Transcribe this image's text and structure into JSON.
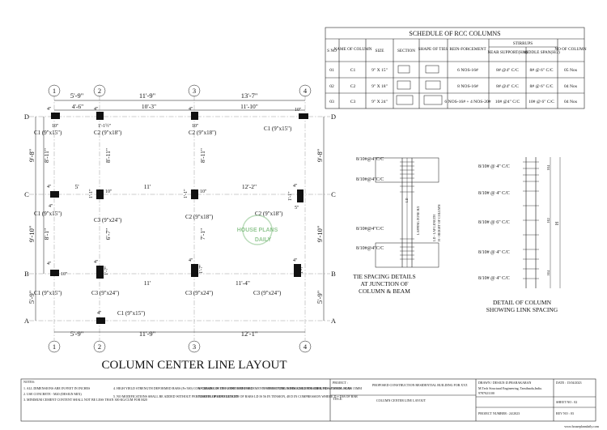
{
  "drawing": {
    "title": "COLUMN CENTER LINE LAYOUT",
    "watermark_line1": "HOUSE PLANS",
    "watermark_line2": "DAILY",
    "footer_url": "www.houseplansdaily.com"
  },
  "grid": {
    "x_labels": [
      "1",
      "2",
      "3",
      "4"
    ],
    "y_labels": [
      "D",
      "C",
      "B",
      "A"
    ]
  },
  "dims": {
    "top_row1": [
      "5'-9\"",
      "11'-9\"",
      "13'-7\""
    ],
    "top_row2": [
      "4'-6\"",
      "10'-3\"",
      "11'-10\""
    ],
    "left_outer": [
      "9'-8\"",
      "9'-10\"",
      "5'-9\""
    ],
    "left_inner": [
      "8'-11\"",
      "8'-1\""
    ],
    "right_outer": [
      "9'-8\"",
      "9'-10\"",
      "5'-9\""
    ],
    "bottom": [
      "5'-9\"",
      "11'-9\"",
      "12'-1\""
    ],
    "mid_d": [
      "8'-11\""
    ],
    "mid_c": [
      "6'-7\"",
      "7'-1\""
    ],
    "span_c_row": [
      "5'",
      "11'",
      "12'-2\""
    ],
    "span_b_row": [
      "11'",
      "11'-4\""
    ],
    "small": {
      "half_a": "4\"",
      "half_b": "5\"",
      "ten": "10\"",
      "one_one": "1'-1\"",
      "one_seven": "1'-7\"",
      "one_one_half": "1'-1½\""
    }
  },
  "labels": {
    "c1": "C1 (9\"x15\")",
    "c2": "C2 (9\"x18\")",
    "c3": "C3 (9\"x24\")"
  },
  "schedule": {
    "title": "SCHEDULE OF RCC COLUMNS",
    "headers": [
      "S NO",
      "NAME OF COLUMN",
      "SIZE",
      "SECTION",
      "SHAPE OF TIES",
      "REIN-FORCEMENT",
      "STIRRUPS",
      "NO OF COLUMN"
    ],
    "stirrup_sub": [
      "NEAR SUPPORT(H/4)",
      "MIDDLE SPAN(H/2)"
    ],
    "rows": [
      {
        "sno": "01",
        "name": "C1",
        "size": "9\" X 15\"",
        "rein": "6 NOS-16#",
        "near": "8# @4\" C/C",
        "mid": "8# @ 6\" C/C",
        "count": "05 Nos"
      },
      {
        "sno": "02",
        "name": "C2",
        "size": "9\" X 18\"",
        "rein": "8 NOS-16#",
        "near": "8# @4\" C/C",
        "mid": "8# @ 6\" C/C",
        "count": "04 Nos"
      },
      {
        "sno": "03",
        "name": "C3",
        "size": "9\" X 24\"",
        "rein": "6 NOS-16# + 4 NOS-20#",
        "near": "10# @4\" C/C",
        "mid": "10# @ 6\" C/C",
        "count": "04 Nos"
      }
    ]
  },
  "tie_detail": {
    "caption": [
      "TIE SPACING DETAILS",
      "AT JUNCTION OF",
      "COLUMN & BEAM"
    ],
    "spacing": "8/10#@4\"C/C",
    "labels": [
      "LD",
      "LAPPING ZONE H/2",
      "LD - LAP LENGTH",
      "H - HEIGHT OF COLUMN"
    ]
  },
  "link_detail": {
    "caption": [
      "DETAIL OF COLUMN",
      "SHOWING LINK SPACING"
    ],
    "spacing4": "8/10# @ 4\" C/C",
    "spacing6": "8/10# @ 6\" C/C",
    "marks": [
      "H/4",
      "H/2",
      "H"
    ]
  },
  "title_block": {
    "notes_title": "NOTES:",
    "notes": [
      "1. ALL DIMENSIONS ARE IN FEET IN INCHES",
      "2. USE CONCRETE - M20 (DESIGN MIX)",
      "3. MINIMUM CEMENT CONTENT SHALL NOT BE LESS THAN 300 KG/CUM FOR M20",
      "4. HIGH YIELD STRENGTH DEFORMED BARS (Fe 500) CONFORMING IS 1786-2008 TO BE USED",
      "5. NO MODIFICATIONS SHALL BE ADDED WITHOUT PERMISSION OF CONSULTANT",
      "6. CLEAR COVER TO THE REINFORCEMENT FOR FOOTING 50MM, COLUMN 40MM, BEAM 25MM, SLAB 15MM",
      "7. DEVELOPMENT LENGTH OF BARS LD IS 56 IN TENSION, 48 D IN COMPRESSION WHERE D = DIA OF BAR",
      "8. STRUCTURE IS DESIGNED FOR GROUND + TWO FLOORS"
    ],
    "project_label": "PROJECT :",
    "project": "PROPOSED CONSTRUCTION RESIDENTIAL BUILDING FOR XYZ",
    "title_label": "TITLE:",
    "title": "COLUMN CENTER LINE LAYOUT",
    "drawn_label": "DRAWN / DESIGN :",
    "designer": "D.PRABAKARAN",
    "firm": "M.Tech Structural Engineering, Tamilnadu,India.",
    "phone": "9787021100",
    "date": "DATE : 15/04/2023",
    "sheet": "SHEET NO : 02",
    "project_number": "PROJECT NUMBER : 24/2023",
    "rev": "REV NO    : 03"
  }
}
